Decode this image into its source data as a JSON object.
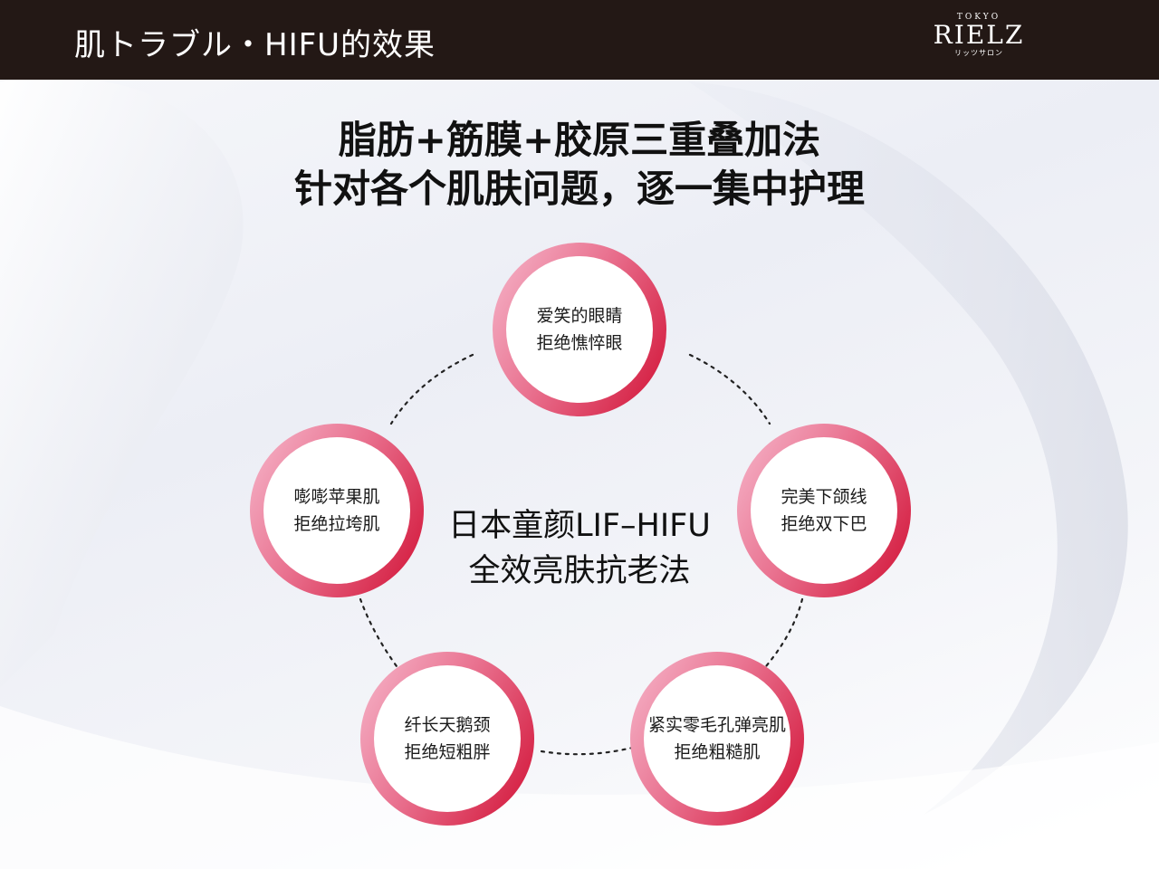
{
  "header": {
    "title": "肌トラブル・HIFU的效果",
    "logo": {
      "tagline": "TOKYO",
      "name": "RIELZ",
      "kana": "リッツサロン"
    }
  },
  "headline": {
    "line1": "脂肪+筋膜+胶原三重叠加法",
    "line2": "针对各个肌肤问题，逐一集中护理"
  },
  "center": {
    "line1": "日本童颜LIF–HIFU",
    "line2": "全效亮肤抗老法"
  },
  "badges": [
    {
      "line1": "爱笑的眼睛",
      "line2": "拒绝憔悴眼"
    },
    {
      "line1": "完美下颌线",
      "line2": "拒绝双下巴"
    },
    {
      "line1": "紧实零毛孔弹亮肌",
      "line2": "拒绝粗糙肌"
    },
    {
      "line1": "纤长天鹅颈",
      "line2": "拒绝短粗胖"
    },
    {
      "line1": "嘭嘭苹果肌",
      "line2": "拒绝拉垮肌"
    }
  ],
  "colors": {
    "header_bg": "#231815",
    "ring_light": "#f6b8cc",
    "ring_dark": "#d10f33"
  }
}
